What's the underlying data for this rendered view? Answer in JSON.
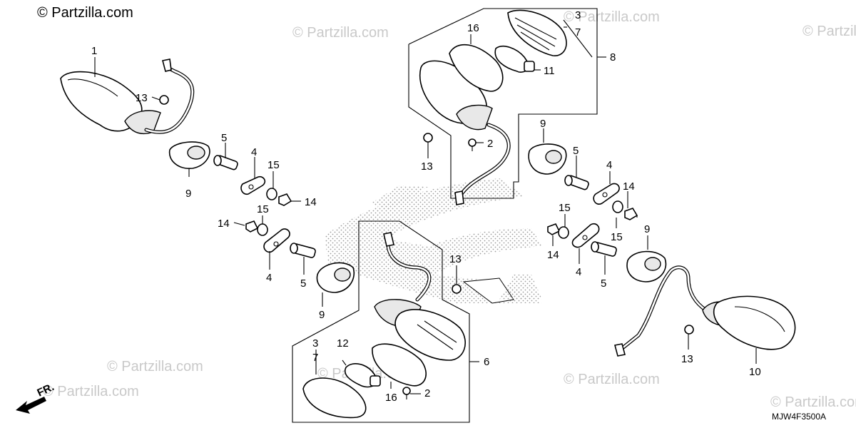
{
  "watermark": {
    "main": "© Partzilla.com",
    "short": "© Partzilla.com",
    "faint": "© Partzilla.com"
  },
  "diagram_code": "MJW4F3500A",
  "front_indicator": "FR.",
  "callouts": {
    "c1": "1",
    "c2a": "2",
    "c2b": "2",
    "c3a": "3",
    "c7a": "7",
    "c3b": "3",
    "c7b": "7",
    "c4a": "4",
    "c4b": "4",
    "c4c": "4",
    "c4d": "4",
    "c5a": "5",
    "c5b": "5",
    "c5c": "5",
    "c5d": "5",
    "c6": "6",
    "c8": "8",
    "c9a": "9",
    "c9b": "9",
    "c9c": "9",
    "c9d": "9",
    "c10": "10",
    "c11": "11",
    "c12": "12",
    "c13a": "13",
    "c13b": "13",
    "c13c": "13",
    "c13d": "13",
    "c14a": "14",
    "c14b": "14",
    "c14c": "14",
    "c14d": "14",
    "c15a": "15",
    "c15b": "15",
    "c15c": "15",
    "c15d": "15",
    "c16a": "16",
    "c16b": "16"
  }
}
